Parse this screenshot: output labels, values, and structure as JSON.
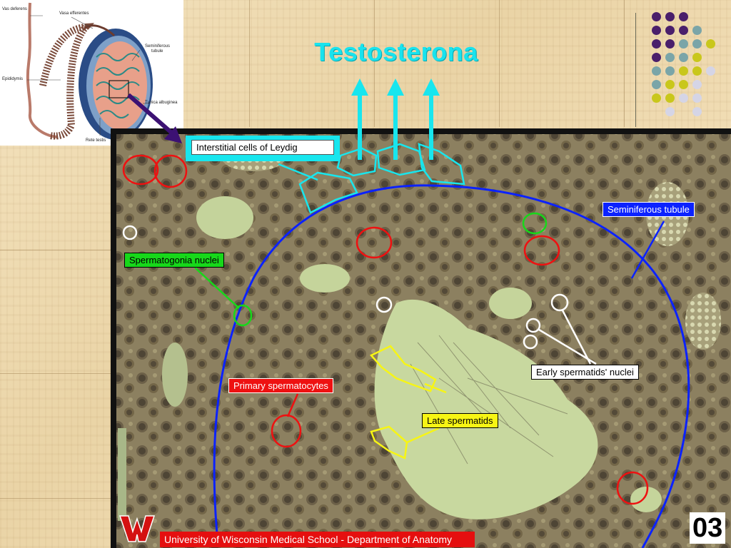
{
  "slide": {
    "title": "Testosterona",
    "slide_number": "03",
    "footer": "University of Wisconsin Medical School - Department of Anatomy"
  },
  "diagram": {
    "labels": {
      "vas_deferens": "Vas deferens",
      "vasa_efferentes": "Vasa efferentes",
      "seminiferous_tubule_line1": "Seminiferous",
      "seminiferous_tubule_line2": "tubule",
      "epididymis": "Epididymis",
      "tunica_albuginea": "Tunica albuginea",
      "rete_testis": "Rete testis"
    }
  },
  "micrograph": {
    "labels": {
      "leydig": "Interstitial cells of Leydig",
      "seminiferous": "Seminiferous tubule",
      "spermatogonia": "Spermatogonia nuclei",
      "early_spermatids": "Early spermatids' nuclei",
      "primary_spermatocytes": "Primary spermatocytes",
      "late_spermatids": "Late spermatids"
    },
    "logo": "W"
  },
  "colors": {
    "title": "#19e3ee",
    "leydig_outline": "#18e6ee",
    "tubule_outline": "#0b22ff",
    "spermatogonia_outline": "#17d81a",
    "spermatocyte_outline": "#ee1111",
    "spermatid_outline": "#f7f514",
    "footer_bg": "#e50f0f"
  },
  "dot_grid_colors": [
    "#4a1f6b",
    "#7aa5a8",
    "#c9c71b",
    "#d5d5e6"
  ],
  "icons": [
    "arrow-up-icon",
    "diagram-pointer-arrow-icon",
    "wisconsin-logo-icon"
  ]
}
